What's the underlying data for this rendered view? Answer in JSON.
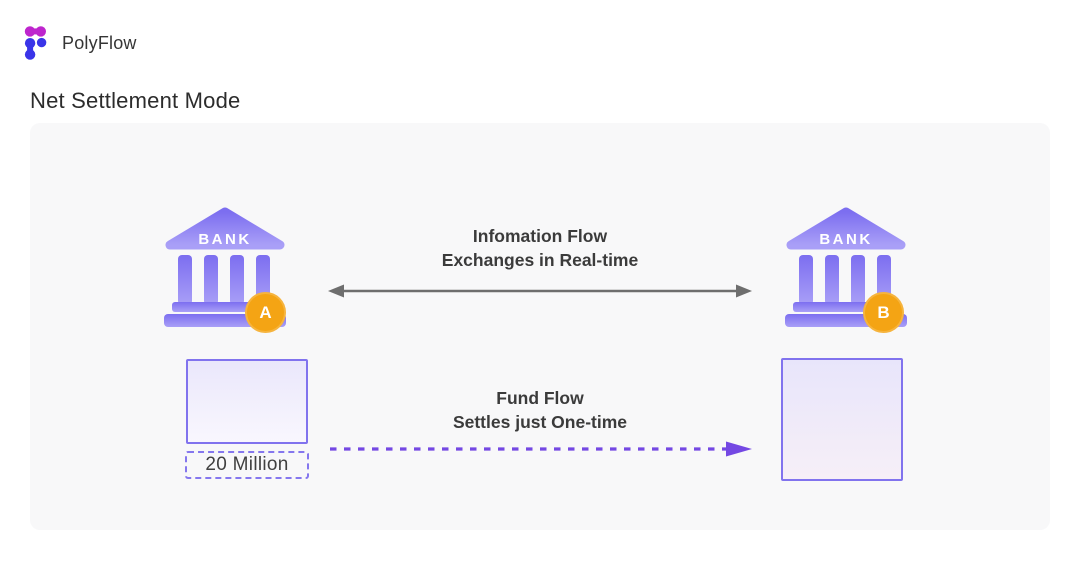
{
  "brand": {
    "name": "PolyFlow"
  },
  "page_title": "Net Settlement Mode",
  "banks": {
    "left": {
      "sign": "BANK",
      "badge": "A"
    },
    "right": {
      "sign": "BANK",
      "badge": "B"
    }
  },
  "flows": {
    "information": {
      "line1": "Infomation Flow",
      "line2": "Exchanges in Real-time"
    },
    "fund": {
      "line1": "Fund Flow",
      "line2": "Settles just One-time"
    }
  },
  "amount_label": "20 Million",
  "colors": {
    "bank_gradient_top": "#7c6ef0",
    "bank_gradient_bottom": "#a99ff7",
    "badge_orange": "#f4a414",
    "info_arrow_gray": "#6e6e6e",
    "fund_arrow_purple": "#7448e3",
    "box_border_purple": "#8173ee",
    "panel_background": "#f8f8f9",
    "logo_magenta": "#be25cd",
    "logo_blue": "#3a34e8"
  }
}
